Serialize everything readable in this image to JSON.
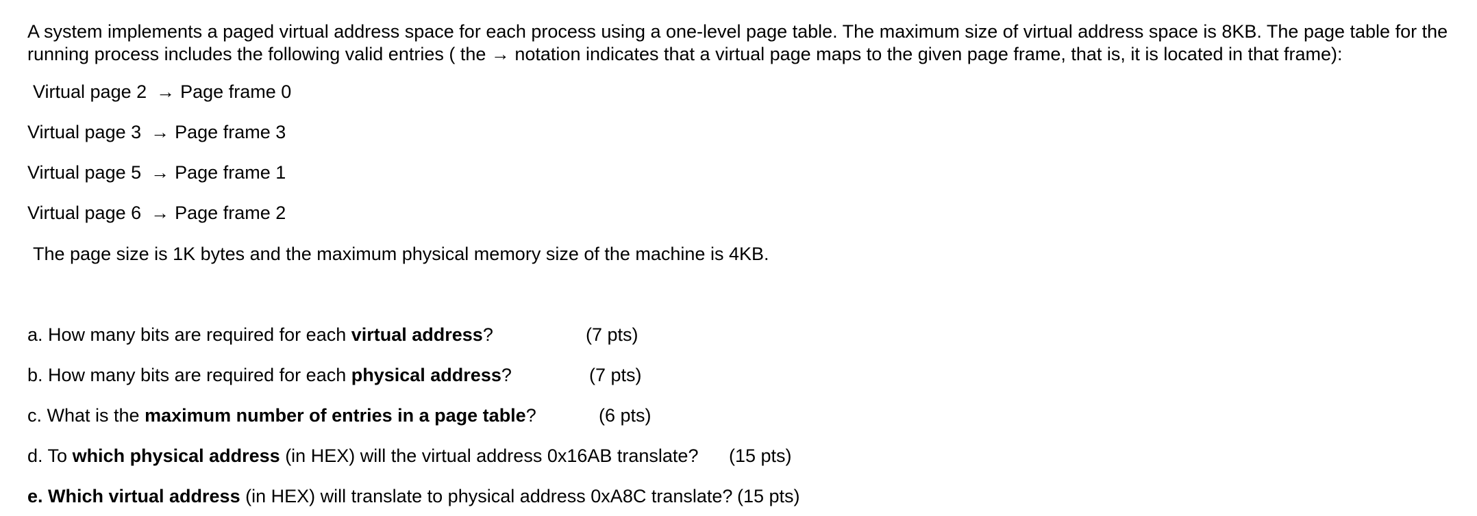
{
  "intro": {
    "text": "A system implements a paged virtual address space for each process using a one-level page table.  The maximum size of virtual address space is 8KB.  The page table for the running process includes the following valid entries ( the → notation indicates that a virtual page maps to the given page frame, that is, it is located in that frame):"
  },
  "mappings": [
    {
      "virtual": "Virtual page 2",
      "arrow": "→",
      "frame": "Page frame 0"
    },
    {
      "virtual": "Virtual page 3",
      "arrow": "→",
      "frame": "Page frame 3"
    },
    {
      "virtual": "Virtual page 5",
      "arrow": "→",
      "frame": "Page frame 1"
    },
    {
      "virtual": "Virtual page 6",
      "arrow": "→",
      "frame": "Page frame 2"
    }
  ],
  "note": "The page size is 1K bytes and the maximum physical memory size of the machine is 4KB.",
  "questions": {
    "a": {
      "pre": "a. How many bits are required for each ",
      "bold": "virtual address",
      "post": "?",
      "pts": "(7 pts)"
    },
    "b": {
      "pre": "b. How many bits are required for each ",
      "bold": "physical address",
      "post": "?",
      "pts": "(7 pts)"
    },
    "c": {
      "pre": "c. What is the ",
      "bold": "maximum number of entries in a page table",
      "post": "?",
      "pts": "(6 pts)"
    },
    "d": {
      "pre": "d. To ",
      "bold": "which physical address",
      "post": " (in HEX) will the virtual address  0x16AB translate?",
      "pts": "(15 pts)"
    },
    "e": {
      "bold": "e. Which virtual address",
      "post": " (in HEX) will translate to physical address 0xA8C translate?",
      "pts": "(15 pts)"
    }
  }
}
